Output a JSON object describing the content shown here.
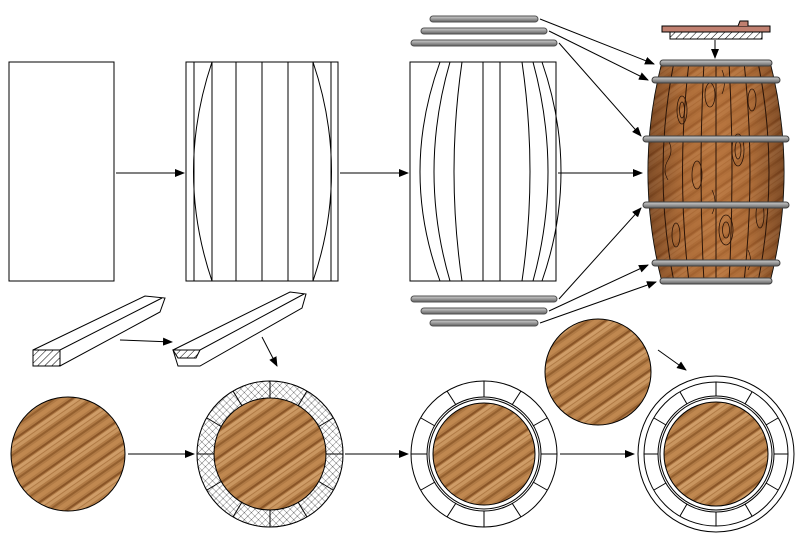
{
  "colors": {
    "background": "#ffffff",
    "outline": "#000000",
    "wood_light": "#c08a4e",
    "wood_mid": "#a8703a",
    "wood_dark": "#8a5527",
    "barrel_base": "#a05a2c",
    "barrel_dark": "#6e3818",
    "hoop": "#9a9a9a",
    "hoop_edge": "#505050",
    "lid": "#c08070"
  },
  "steps": [
    "rectangle-board",
    "ruled-board",
    "curved-staves",
    "finished-barrel",
    "stave-blank",
    "grooved-stave",
    "wood-disc",
    "hatched-ring-disc",
    "segmented-ring-disc",
    "loose-disc",
    "assembled-head"
  ]
}
